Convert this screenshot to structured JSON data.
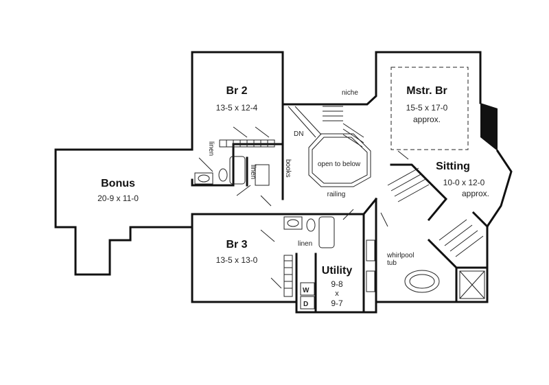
{
  "rooms": {
    "br2": {
      "name": "Br 2",
      "dims": "13-5 x 12-4"
    },
    "mstr": {
      "name": "Mstr. Br",
      "dims": "15-5 x 17-0",
      "note": "approx."
    },
    "bonus": {
      "name": "Bonus",
      "dims": "20-9 x 11-0"
    },
    "sitting": {
      "name": "Sitting",
      "dims": "10-0 x 12-0",
      "note": "approx."
    },
    "br3": {
      "name": "Br 3",
      "dims": "13-5 x 13-0"
    },
    "utility": {
      "name": "Utility",
      "dim1": "9-8",
      "x": "x",
      "dim2": "9-7"
    }
  },
  "labels": {
    "niche": "niche",
    "dn": "DN",
    "open_to_below": "open to below",
    "railing": "railing",
    "linen_br2": "linen",
    "linen_hall": "linen",
    "books": "books",
    "linen_br3": "linen",
    "whirlpool": "whirlpool",
    "tub": "tub",
    "washer": "W",
    "dryer": "D"
  }
}
